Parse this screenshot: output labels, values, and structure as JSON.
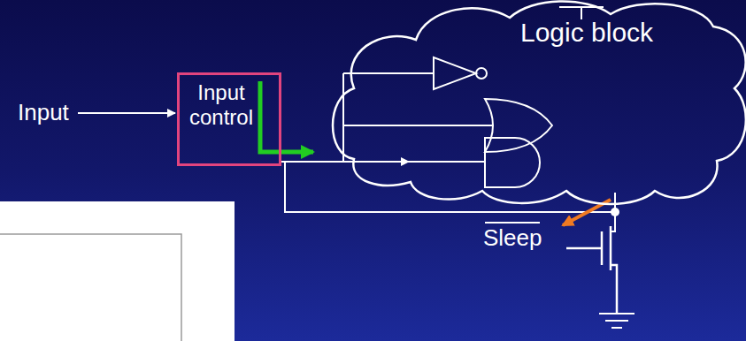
{
  "diagram": {
    "nodes": [
      {
        "text": [
          "Input control"
        ]
      },
      {
        "text": [
          "Logic block"
        ]
      }
    ],
    "edges": [
      {
        "from": 0,
        "to": 1,
        "arrow": "to"
      }
    ],
    "labels": [
      "Input",
      "Sleep"
    ]
  }
}
